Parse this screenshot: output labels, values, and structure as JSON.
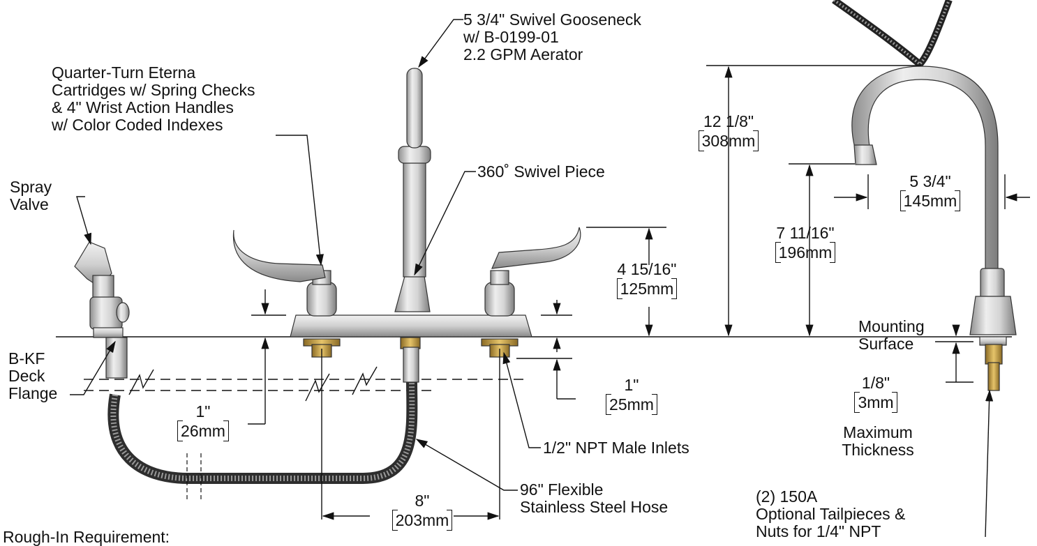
{
  "callouts": {
    "gooseneck": [
      "5 3/4\" Swivel Gooseneck",
      "w/ B-0199-01",
      "2.2 GPM Aerator"
    ],
    "cartridges": [
      "Quarter-Turn Eterna",
      "Cartridges w/ Spring Checks",
      "& 4\" Wrist Action Handles",
      "w/ Color Coded Indexes"
    ],
    "spray_valve": [
      "Spray",
      "Valve"
    ],
    "swivel_piece": "360˚ Swivel Piece",
    "deck_flange": [
      "B-KF",
      "Deck",
      "Flange"
    ],
    "inlets": "1/2\" NPT Male Inlets",
    "hose": [
      "96\" Flexible",
      "Stainless Steel Hose"
    ],
    "mounting_surface": [
      "Mounting",
      "Surface"
    ],
    "tailpieces": [
      "(2) 150A",
      "Optional Tailpieces &",
      "Nuts for 1/4\" NPT"
    ],
    "rough_in": "Rough-In Requirement:",
    "max_thickness": [
      "Maximum",
      "Thickness"
    ]
  },
  "dimensions": {
    "overall_height": {
      "in": "12 1/8\"",
      "mm": "308mm"
    },
    "spout_height": {
      "in": "7 11/16\"",
      "mm": "196mm"
    },
    "spout_reach": {
      "in": "5 3/4\"",
      "mm": "145mm"
    },
    "handle_height": {
      "in": "4 15/16\"",
      "mm": "125mm"
    },
    "inlet_length": {
      "in": "1\"",
      "mm": "25mm"
    },
    "flange_length": {
      "in": "1\"",
      "mm": "26mm"
    },
    "centers": {
      "in": "8\"",
      "mm": "203mm"
    },
    "deck_thickness": {
      "in": "1/8\"",
      "mm": "3mm"
    }
  },
  "colors": {
    "ink": "#111111",
    "chrome": "#c9c9c9",
    "brass": "#c9a24a",
    "hose": "#333333"
  }
}
